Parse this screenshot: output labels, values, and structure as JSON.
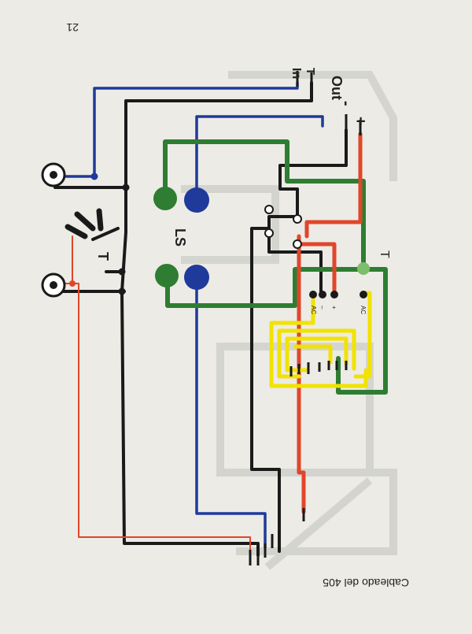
{
  "page": {
    "page_number": "21",
    "caption": "Cableado del 405"
  },
  "labels": {
    "in_top": "In",
    "t_top": "T",
    "out": "Out",
    "minus_top": "-",
    "plus_top": "+",
    "ls": "LS",
    "t_switch": "T",
    "t_ground": "T",
    "ac_left": "AC",
    "plus_small": "+",
    "minus_small": "–",
    "ac_right": "AC"
  },
  "colors": {
    "paper": "#ecebe6",
    "black_wire": "#1a1a1a",
    "blue_wire": "#1f3a9a",
    "green_wire": "#2e7d32",
    "red_wire": "#e0462a",
    "yellow_wire": "#f2e200",
    "ghost": "#c9c9c4"
  }
}
